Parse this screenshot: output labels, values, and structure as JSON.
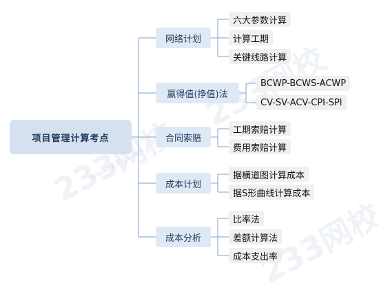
{
  "root": {
    "label": "项目管理计算考点"
  },
  "branches": [
    {
      "label": "网络计划",
      "items": [
        "六大参数计算",
        "计算工期",
        "关键线路计算"
      ]
    },
    {
      "label": "赢得值(挣值)法",
      "items": [
        "BCWP-BCWS-ACWP",
        "CV-SV-ACV-CPI-SPI"
      ]
    },
    {
      "label": "合同索赔",
      "items": [
        "工期索赔计算",
        "费用索赔计算"
      ]
    },
    {
      "label": "成本计划",
      "items": [
        "据横道图计算成本",
        "据S形曲线计算成本"
      ]
    },
    {
      "label": "成本分析",
      "items": [
        "比率法",
        "差额计算法",
        "成本支出率"
      ]
    }
  ],
  "watermark": {
    "text": "233网校",
    "url": "www.233.com"
  },
  "colors": {
    "connector": "#8fb2d6",
    "root_bg": "#d5e1ee",
    "branch_bg": "#dfe9f5",
    "leaf_bg": "#f0f0f0"
  }
}
